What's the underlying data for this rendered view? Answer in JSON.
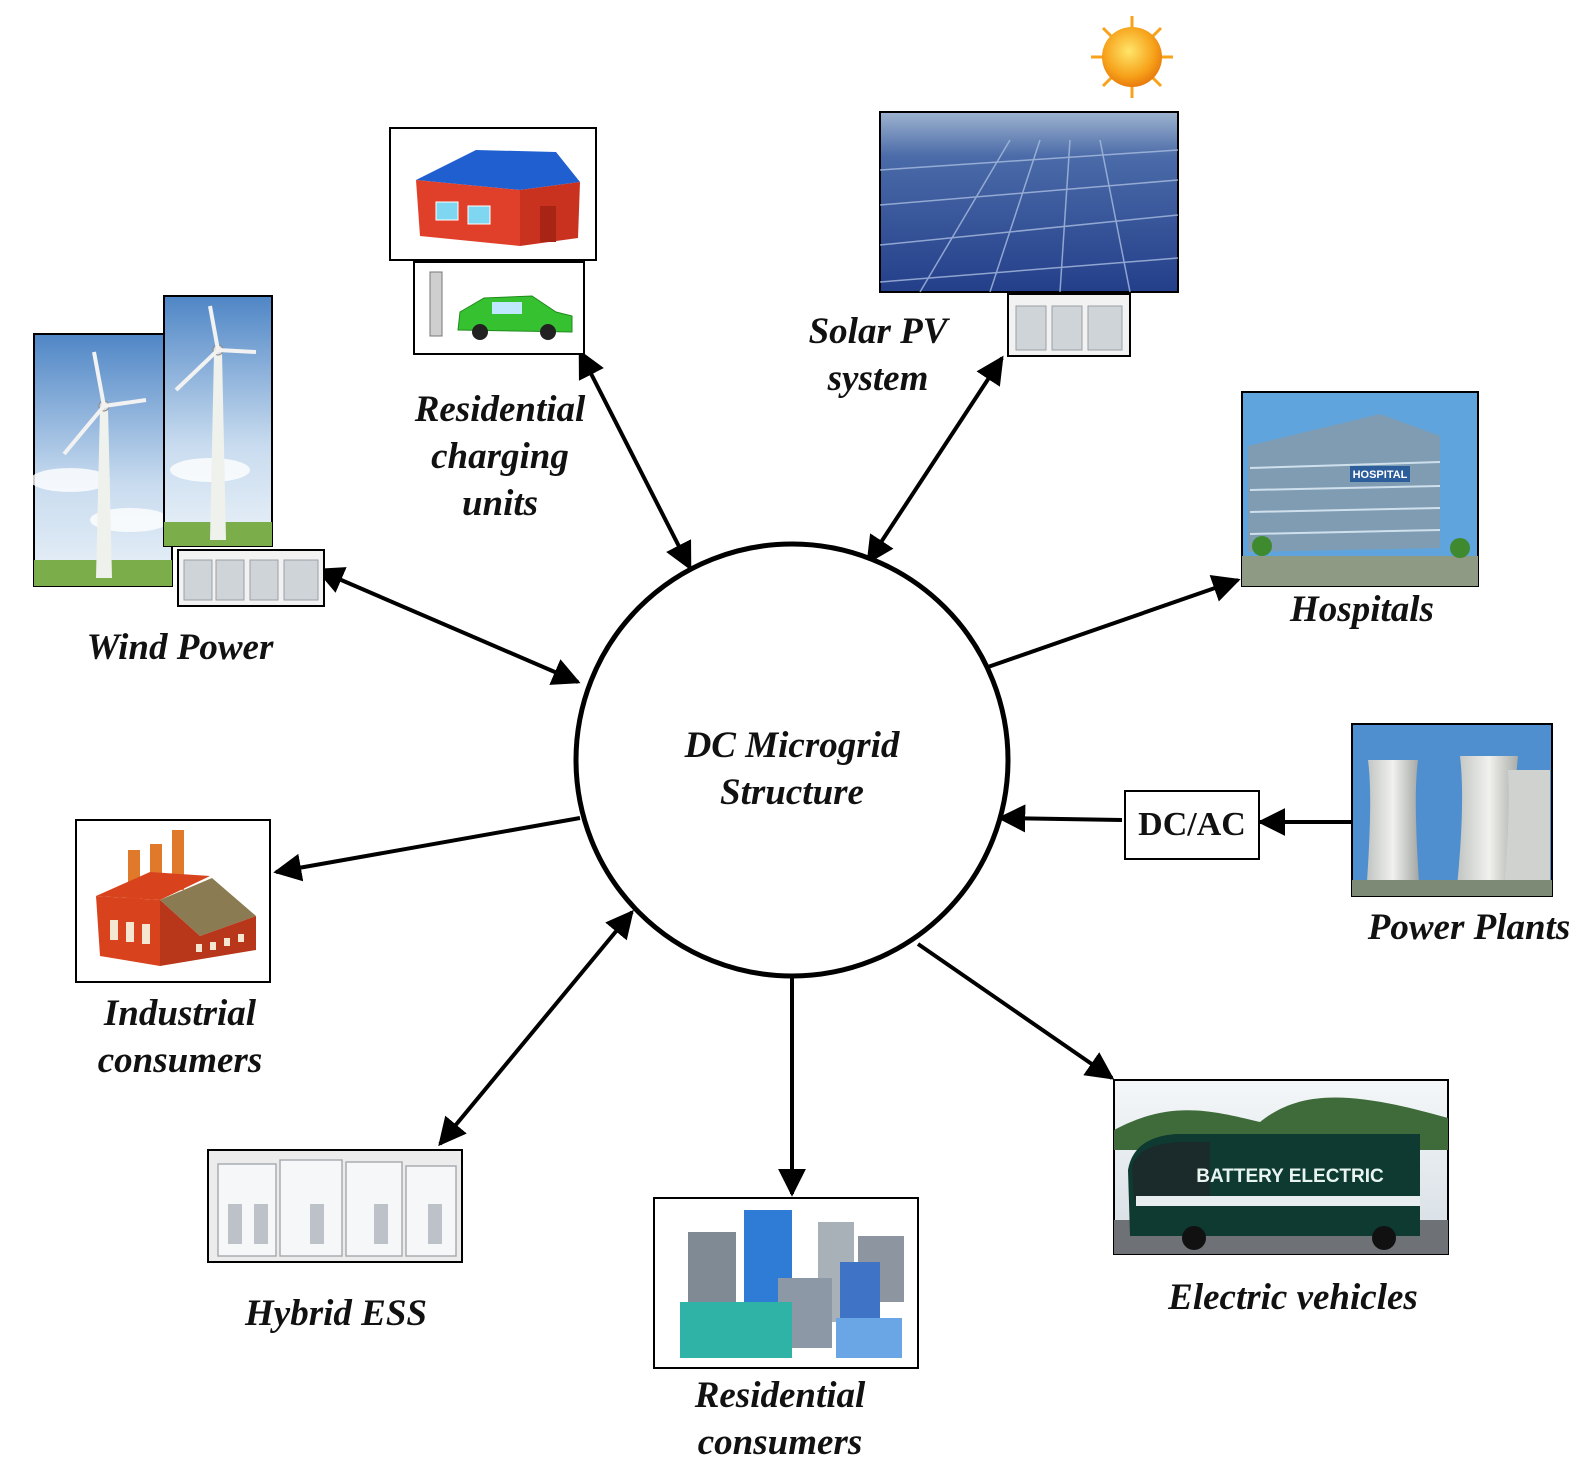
{
  "center": {
    "line1": "DC Microgrid",
    "line2": "Structure"
  },
  "nodes": {
    "wind": {
      "label": "Wind Power",
      "icon": "wind-turbine-icon",
      "link": "bidirectional"
    },
    "res_charging": {
      "line1": "Residential",
      "line2": "charging",
      "line3": "units",
      "icon": "house-ev-charger-icon",
      "link": "bidirectional"
    },
    "solar": {
      "line1": "Solar PV",
      "line2": "system",
      "icon": "solar-panel-icon",
      "link": "bidirectional"
    },
    "hospitals": {
      "label": "Hospitals",
      "icon": "hospital-icon",
      "link": "outgoing"
    },
    "power_plants": {
      "label": "Power Plants",
      "icon": "cooling-tower-icon",
      "link": "incoming"
    },
    "ev": {
      "label": "Electric vehicles",
      "icon": "electric-bus-icon",
      "link": "outgoing",
      "bus_text": "BATTERY ELECTRIC"
    },
    "res_consumers": {
      "line1": "Residential",
      "line2": "consumers",
      "icon": "apartment-buildings-icon",
      "link": "outgoing"
    },
    "hybrid_ess": {
      "label": "Hybrid ESS",
      "icon": "battery-cabinet-icon",
      "link": "bidirectional"
    },
    "industrial": {
      "line1": "Industrial",
      "line2": "consumers",
      "icon": "factory-icon",
      "link": "outgoing"
    }
  },
  "converter": {
    "label": "DC/AC"
  },
  "colors": {
    "stroke": "#000000",
    "house_roof": "#1f5fd0",
    "house_wall": "#e0402a",
    "car": "#36c230",
    "sky": "#6fa7d8",
    "pv_panel": "#2d4f9a",
    "factory": "#d8431e",
    "sun": "#f7a21a",
    "bus_body": "#0e3a32"
  }
}
